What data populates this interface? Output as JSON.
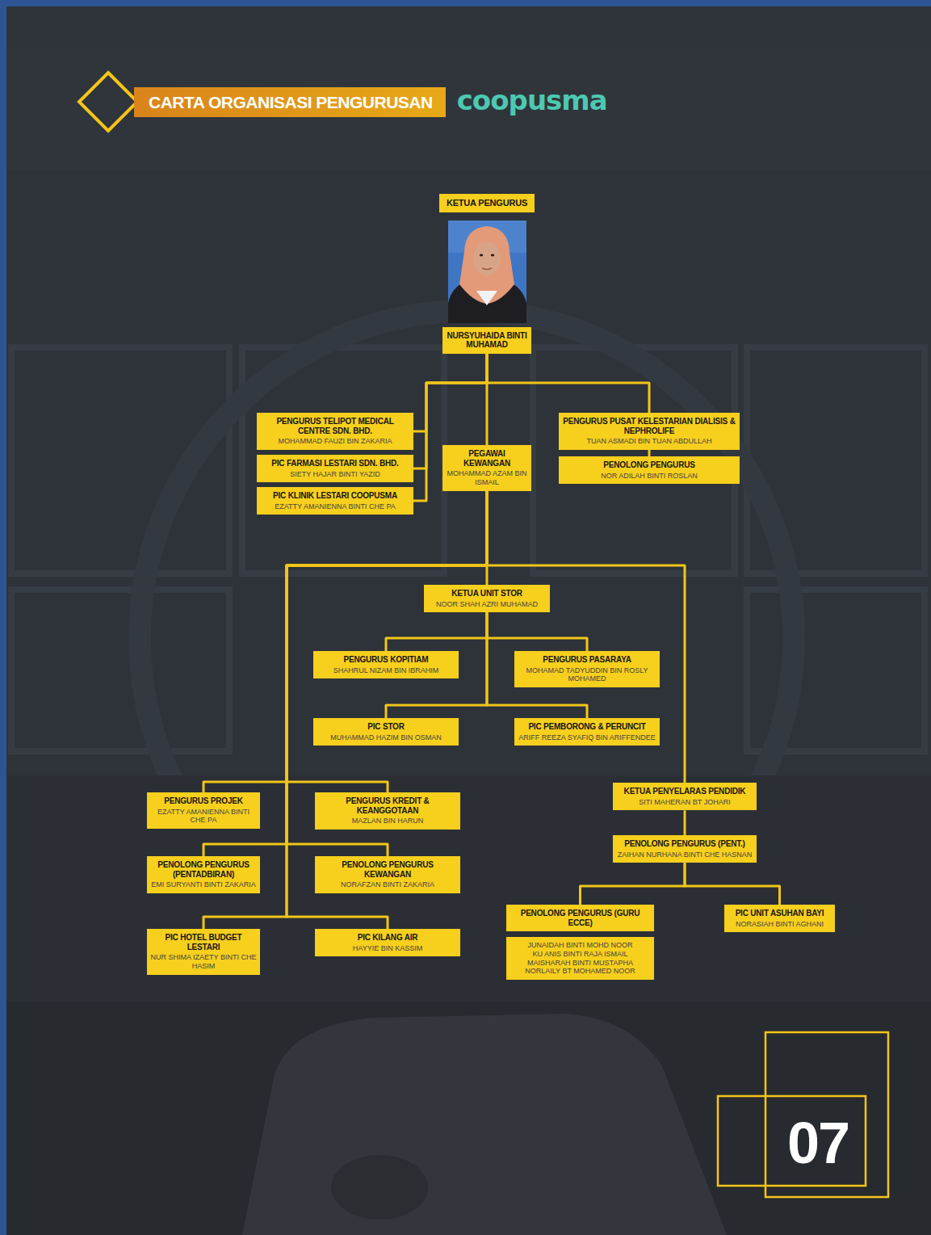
{
  "diagram": {
    "title": "CARTA ORGANISASI PENGURUSAN",
    "nodes": [
      {
        "text": [
          "KETUA PENGURUS",
          "NURSYUHAIDA BINTI MUHAMAD"
        ]
      },
      {
        "text": [
          "PENGURUS TELIPOT MEDICAL CENTRE SDN. BHD.",
          "MOHAMMAD FAUZI BIN ZAKARIA"
        ]
      },
      {
        "text": [
          "PIC FARMASI LESTARI SDN. BHD.",
          "SIETY HAJAR BINTI YAZID"
        ]
      },
      {
        "text": [
          "PIC KLINIK LESTARI COOPUSMA",
          "EZATTY AMANIENNA BINTI CHE PA"
        ]
      },
      {
        "text": [
          "PEGAWAI KEWANGAN",
          "MOHAMMAD AZAM BIN ISMAIL"
        ]
      },
      {
        "text": [
          "PENGURUS PUSAT KELESTARIAN DIALISIS & NEPHROLIFE",
          "TUAN ASMADI BIN TUAN ABDULLAH"
        ]
      },
      {
        "text": [
          "PENOLONG PENGURUS",
          "NOR ADILAH BINTI ROSLAN"
        ]
      },
      {
        "text": [
          "KETUA UNIT STOR",
          "NOOR SHAH AZRI MUHAMAD"
        ]
      },
      {
        "text": [
          "PENGURUS KOPITIAM",
          "SHAHRUL NIZAM BIN IBRAHIM"
        ]
      },
      {
        "text": [
          "PENGURUS PASARAYA",
          "MOHAMAD TADYUDDIN BIN ROSLY MOHAMED"
        ]
      },
      {
        "text": [
          "PIC STOR",
          "MUHAMMAD HAZIM BIN OSMAN"
        ]
      },
      {
        "text": [
          "PIC PEMBORONG & PERUNCIT",
          "ARIFF REEZA SYAFIQ BIN ARIFFENDEE"
        ]
      },
      {
        "text": [
          "PENGURUS PROJEK",
          "EZATTY AMANIENNA BINTI CHE PA"
        ]
      },
      {
        "text": [
          "PENGURUS KREDIT & KEANGGOTAAN",
          "MAZLAN BIN HARUN"
        ]
      },
      {
        "text": [
          "KETUA PENYELARAS PENDIDIK",
          "SITI MAHERAN BT JOHARI"
        ]
      },
      {
        "text": [
          "PENOLONG PENGURUS (PENTADBIRAN)",
          "EMI SURYANTI BINTI ZAKARIA"
        ]
      },
      {
        "text": [
          "PENOLONG PENGURUS KEWANGAN",
          "NORAFZAN BINTI ZAKARIA"
        ]
      },
      {
        "text": [
          "PENOLONG PENGURUS (PENT.)",
          "ZAIHAN NURHANA BINTI CHE HASNAN"
        ]
      },
      {
        "text": [
          "PIC HOTEL BUDGET LESTARI",
          "NUR SHIMA IZAETY BINTI CHE HASIM"
        ]
      },
      {
        "text": [
          "PIC KILANG AIR",
          "HAYYIE BIN KASSIM"
        ]
      },
      {
        "text": [
          "PENOLONG PENGURUS (GURU ECCE)",
          "JUNAIDAH BINTI MOHD NOOR",
          "KU ANIS BINTI RAJA ISMAIL",
          "MAISHARAH BINTI MUSTAPHA",
          "NORLAILY BT MOHAMED NOOR"
        ]
      },
      {
        "text": [
          "PIC UNIT ASUHAN BAYI",
          "NORASIAH BINTI AGHANI"
        ]
      }
    ],
    "edges": [
      {
        "from": 0,
        "to": 1,
        "arrow": "none"
      },
      {
        "from": 0,
        "to": 2,
        "arrow": "none"
      },
      {
        "from": 0,
        "to": 3,
        "arrow": "none"
      },
      {
        "from": 0,
        "to": 4,
        "arrow": "none"
      },
      {
        "from": 0,
        "to": 5,
        "arrow": "none"
      },
      {
        "from": 5,
        "to": 6,
        "arrow": "none"
      },
      {
        "from": 4,
        "to": 7,
        "arrow": "none"
      },
      {
        "from": 7,
        "to": 8,
        "arrow": "none"
      },
      {
        "from": 7,
        "to": 9,
        "arrow": "none"
      },
      {
        "from": 7,
        "to": 10,
        "arrow": "none"
      },
      {
        "from": 7,
        "to": 11,
        "arrow": "none"
      },
      {
        "from": 4,
        "to": 12,
        "arrow": "none"
      },
      {
        "from": 4,
        "to": 13,
        "arrow": "none"
      },
      {
        "from": 4,
        "to": 14,
        "arrow": "none"
      },
      {
        "from": 4,
        "to": 15,
        "arrow": "none"
      },
      {
        "from": 4,
        "to": 16,
        "arrow": "none"
      },
      {
        "from": 4,
        "to": 18,
        "arrow": "none"
      },
      {
        "from": 4,
        "to": 19,
        "arrow": "none"
      },
      {
        "from": 14,
        "to": 17,
        "arrow": "none"
      },
      {
        "from": 17,
        "to": 20,
        "arrow": "none"
      },
      {
        "from": 17,
        "to": 21,
        "arrow": "none"
      }
    ],
    "labels": [
      "coopusma",
      "07"
    ]
  }
}
